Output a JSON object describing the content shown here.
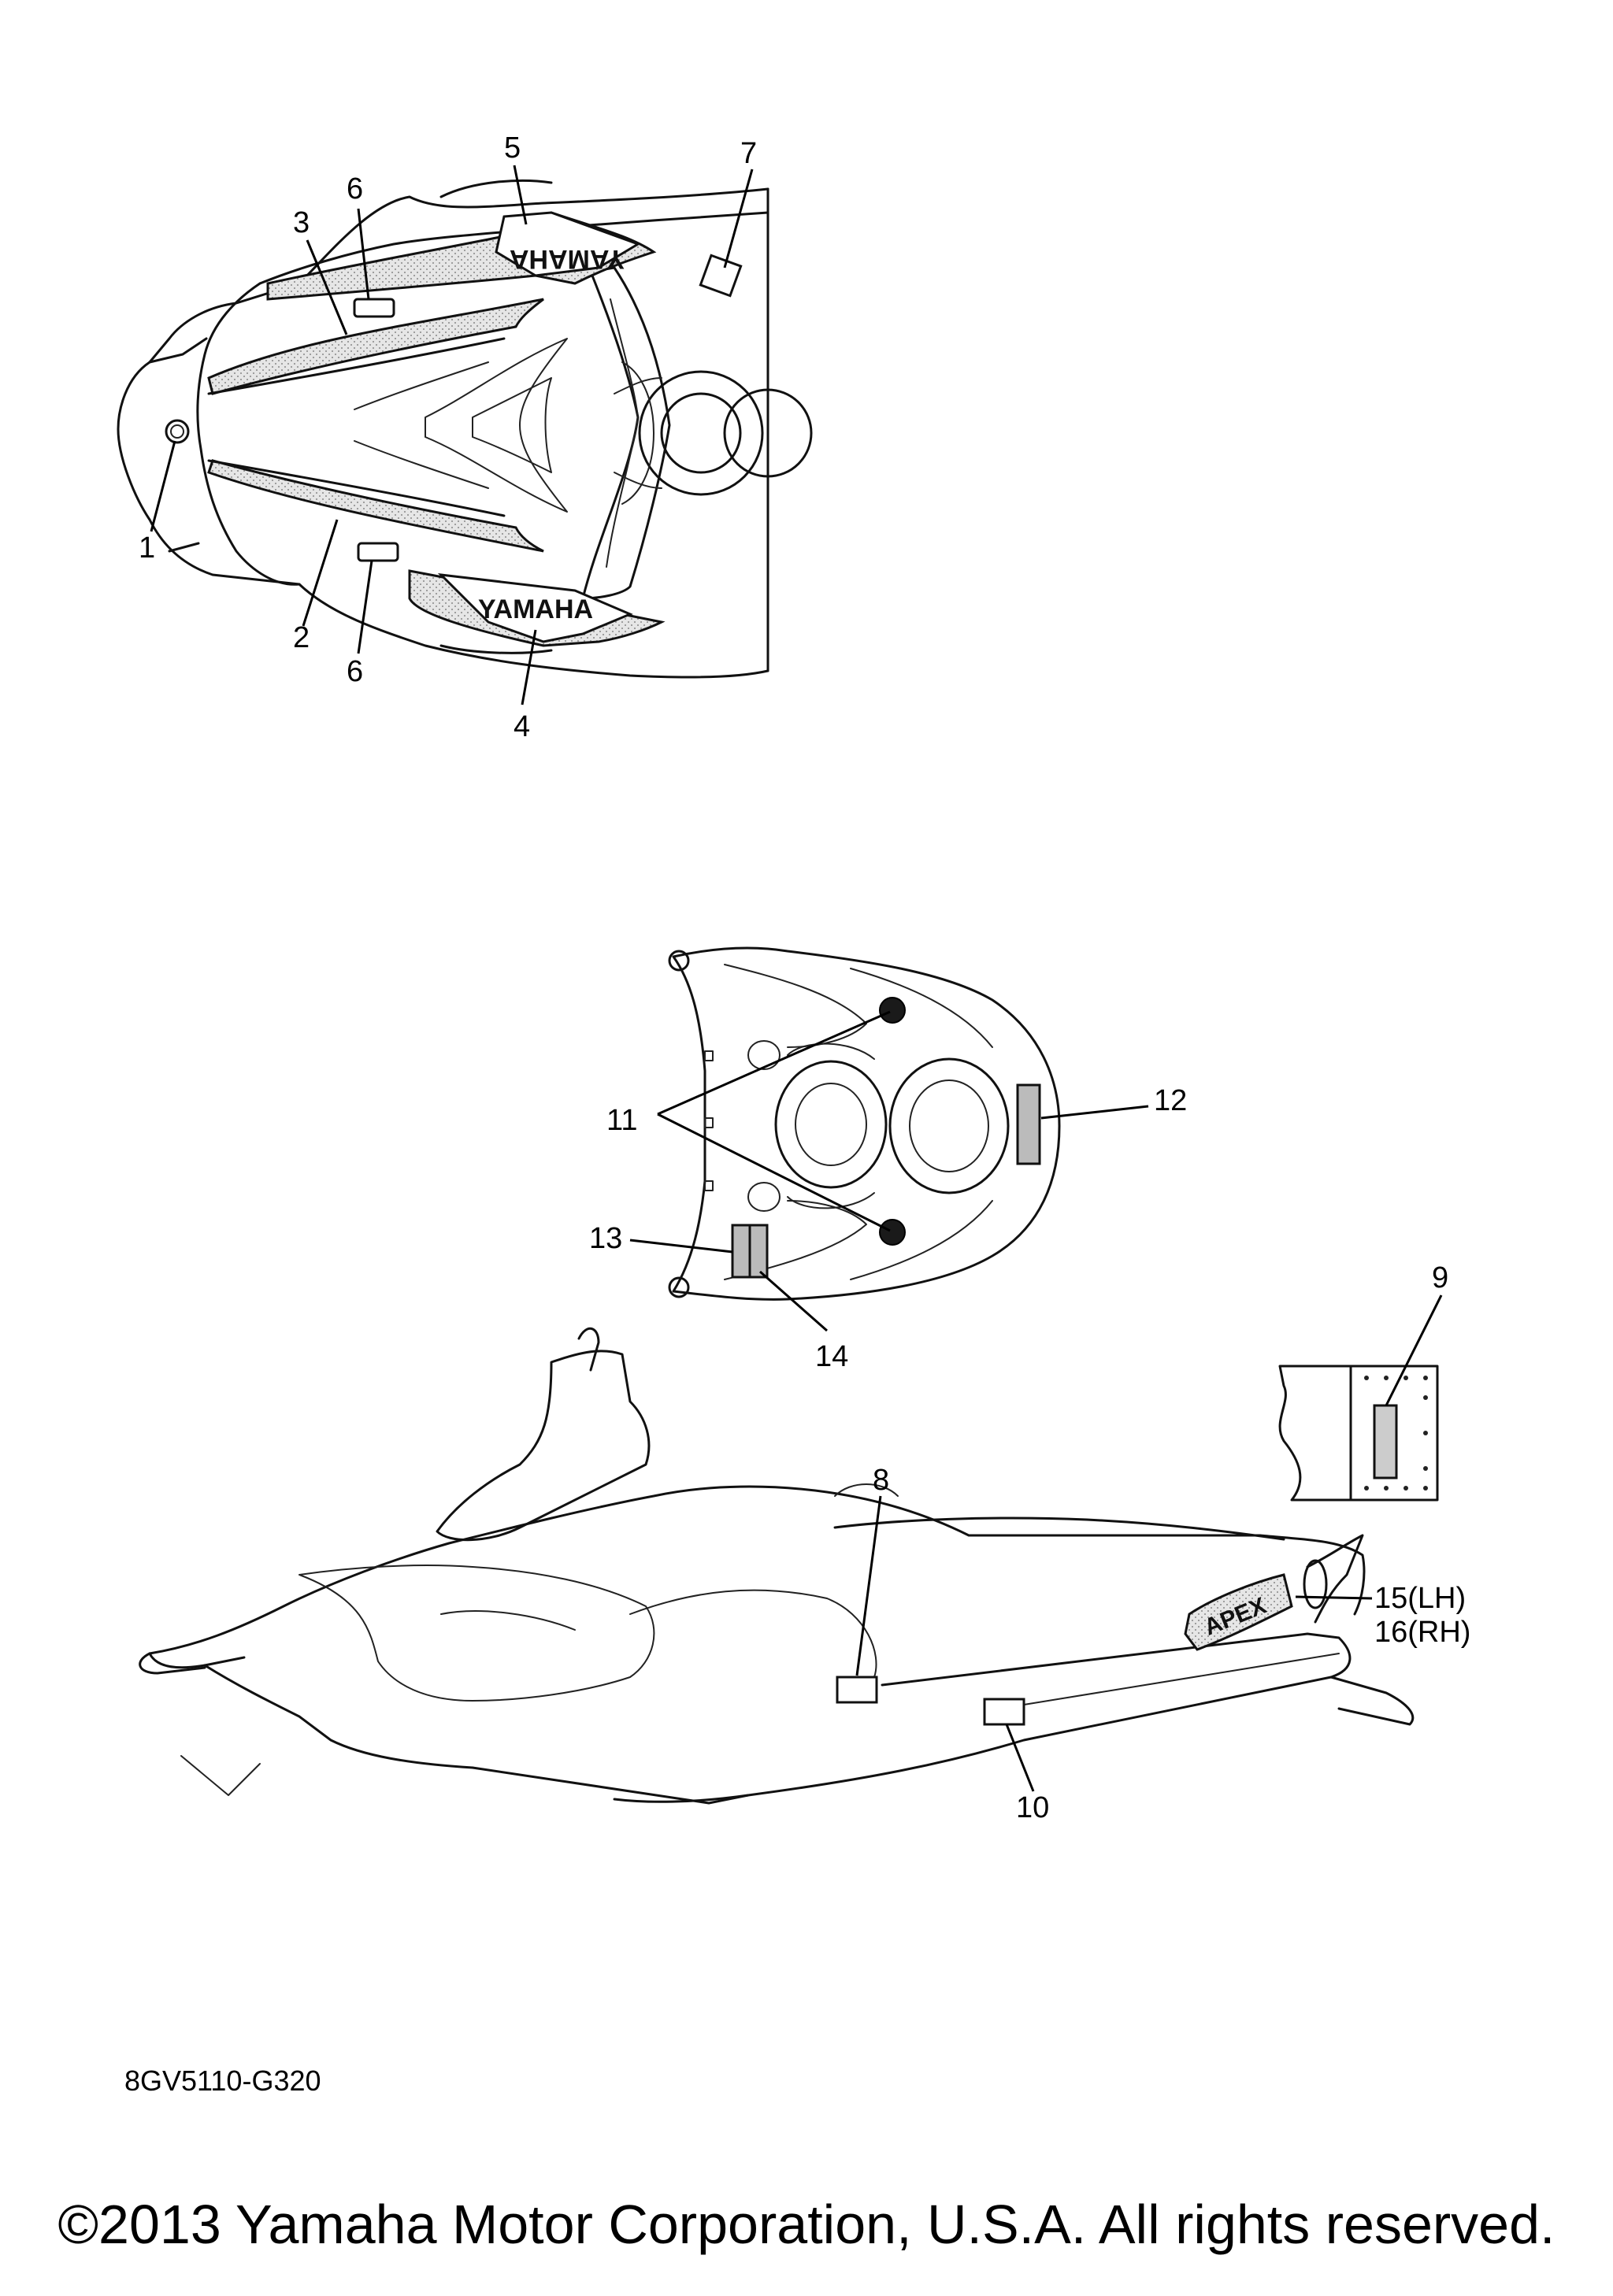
{
  "diagram": {
    "part_code": "8GV5110-G320",
    "copyright": "©2013 Yamaha Motor Corporation, U.S.A. All rights reserved.",
    "logos": {
      "yamaha_text": "YAMAHA",
      "apex_text": "APEX"
    },
    "callouts": {
      "c1": "1",
      "c2": "2",
      "c3": "3",
      "c4": "4",
      "c5": "5",
      "c6_top": "6",
      "c6_bottom": "6",
      "c7": "7",
      "c8": "8",
      "c9": "9",
      "c10": "10",
      "c11": "11",
      "c12": "12",
      "c13": "13",
      "c14": "14",
      "c15": "15(LH)",
      "c16": "16(RH)"
    }
  }
}
